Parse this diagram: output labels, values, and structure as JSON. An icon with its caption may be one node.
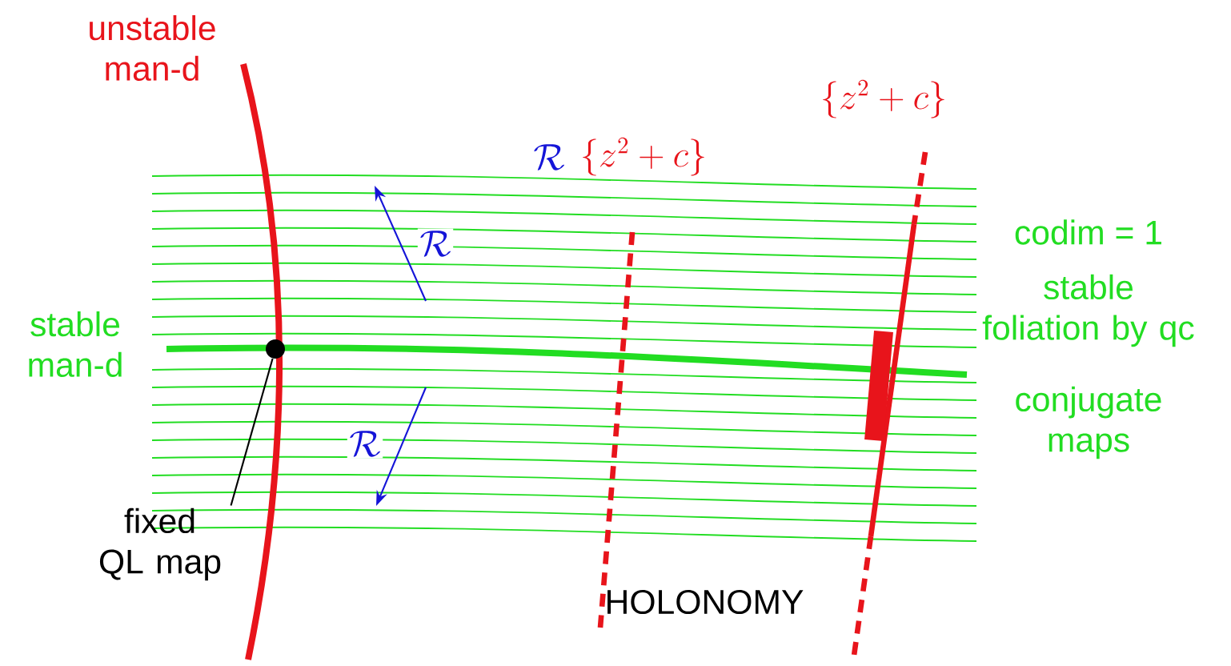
{
  "diagram": {
    "nodes": [
      {
        "text": [
          "fixed QL map"
        ]
      },
      {
        "text": [],
        "shape": "circle"
      }
    ],
    "edges": [
      {
        "from": 0,
        "to": 1,
        "arrow": "none"
      }
    ],
    "labels": [
      "unstable man-d",
      "stable man-d",
      "\\mathcal{R}",
      "\\{z^2+c\\}",
      "\\{z^2+c\\}",
      "\\mathcal{R}",
      "\\mathcal{R}",
      "codim = 1",
      "stable foliation by qc",
      "conjugate maps",
      "HOLONOMY"
    ]
  }
}
